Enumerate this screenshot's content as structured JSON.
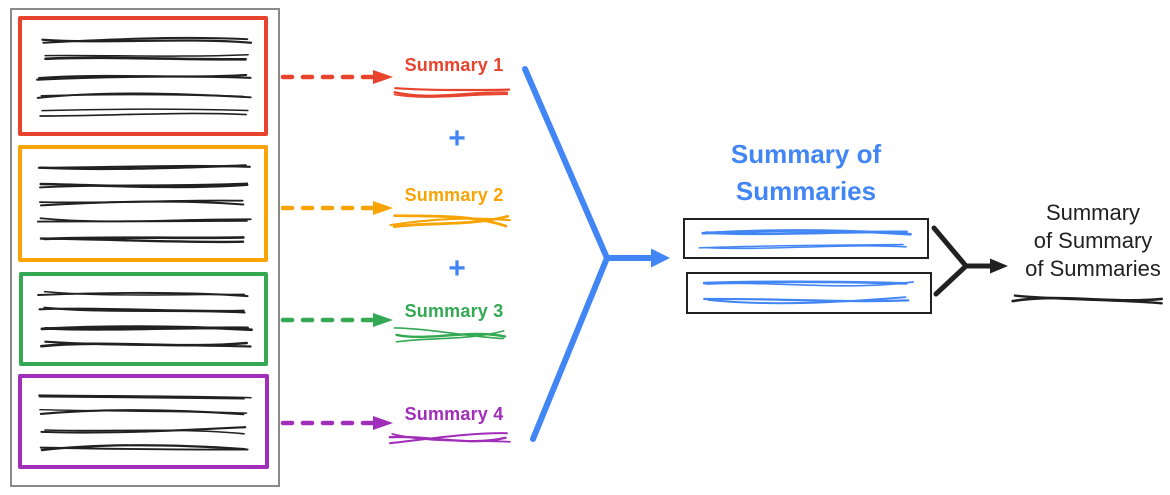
{
  "colors": {
    "red": "#E8432D",
    "orange": "#F7A404",
    "green": "#34A853",
    "purple": "#A02EB8",
    "blue": "#4285F4",
    "ink": "#212121",
    "frame": "#8A8A8A"
  },
  "document": {
    "sections": [
      {
        "name": "section-1",
        "color": "red",
        "text_lines": 5
      },
      {
        "name": "section-2",
        "color": "orange",
        "text_lines": 5
      },
      {
        "name": "section-3",
        "color": "green",
        "text_lines": 4
      },
      {
        "name": "section-4",
        "color": "purple",
        "text_lines": 4
      }
    ]
  },
  "summaries": [
    {
      "label": "Summary 1",
      "color": "red"
    },
    {
      "label": "Summary 2",
      "color": "orange"
    },
    {
      "label": "Summary 3",
      "color": "green"
    },
    {
      "label": "Summary 4",
      "color": "purple"
    }
  ],
  "operators": {
    "plus": "+"
  },
  "stage2": {
    "title_lines": [
      "Summary of",
      "Summaries"
    ],
    "boxes": [
      {
        "text_lines": 2
      },
      {
        "text_lines": 2
      }
    ]
  },
  "stage3": {
    "label_lines": [
      "Summary",
      "of Summary",
      "of Summaries"
    ]
  }
}
